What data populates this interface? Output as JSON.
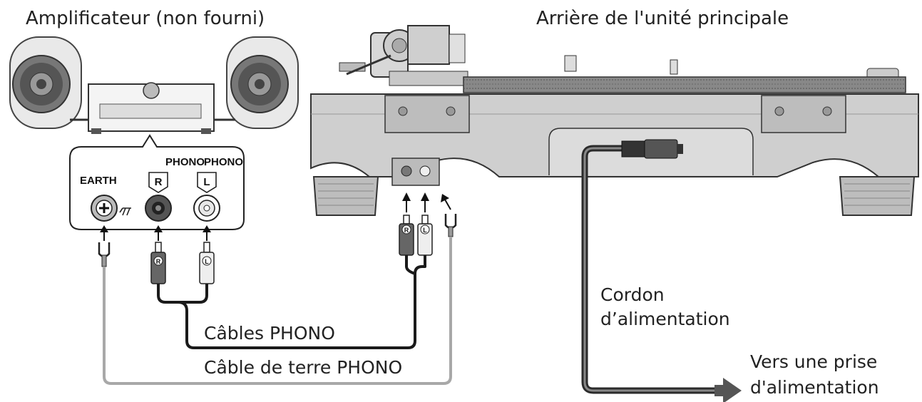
{
  "labels": {
    "amplifier_title": "Amplificateur (non fourni)",
    "rear_title": "Arrière de l'unité principale",
    "earth": "EARTH",
    "phono_left": "PHONO",
    "phono_right": "PHONO",
    "jack_r": "R",
    "jack_l": "L",
    "plug_r": "R",
    "plug_l": "L",
    "phono_cables": "Câbles PHONO",
    "earth_cable": "Câble de terre PHONO",
    "power_cord_line1": "Cordon",
    "power_cord_line2": "d’alimentation",
    "outlet_line1": "Vers une prise",
    "outlet_line2": "d'alimentation"
  },
  "colors": {
    "signal_cable": "#1a1a1a",
    "earth_cable": "#a8a8a8",
    "power_cable": "#2b2b2b",
    "body_gray": "#cfcfcf",
    "arrow": "#555555"
  }
}
